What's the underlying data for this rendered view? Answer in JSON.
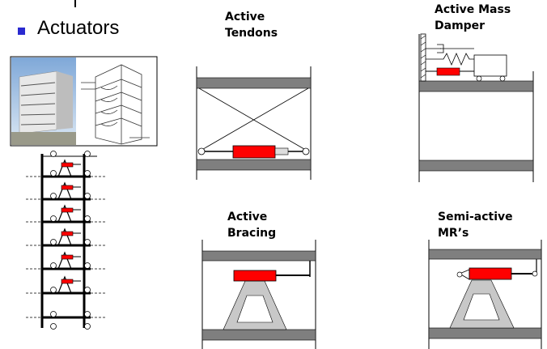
{
  "slide": {
    "bullet": "Actuators",
    "labels": {
      "active_tendons": "Active\nTendons",
      "active_mass_damper": "Active Mass\nDamper",
      "active_bracing": "Active\nBracing",
      "semi_active_mr": "Semi-active\nMR’s"
    }
  },
  "colors": {
    "actuator": "#ff0000",
    "slab": "#7f7f7f",
    "brace": "#c8c8c8",
    "bullet": "#2a2ad0"
  }
}
